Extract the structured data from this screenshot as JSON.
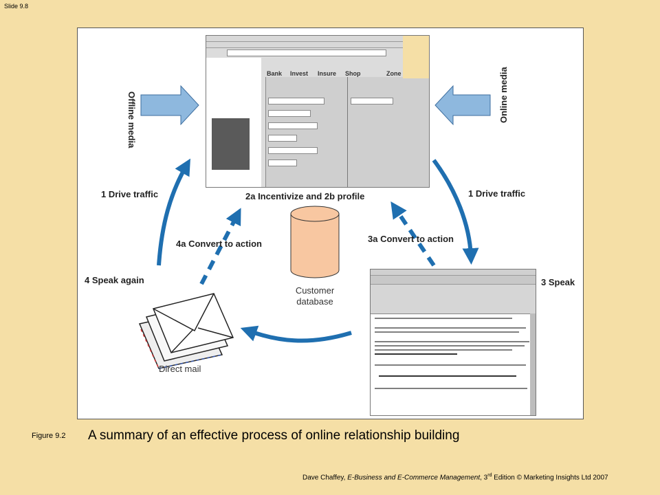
{
  "slide": {
    "label": "Slide 9.8"
  },
  "diagram": {
    "offline_media": "Offline media",
    "online_media": "Online media",
    "drive_traffic_left": "1 Drive traffic",
    "drive_traffic_right": "1 Drive traffic",
    "incentivize_profile": "2a Incentivize and 2b profile",
    "convert_4a": "4a Convert to action",
    "convert_3a": "3a Convert to action",
    "speak_again": "4 Speak again",
    "speak": "3 Speak",
    "customer_database": "Customer database",
    "direct_mail": "Direct mail",
    "website_nav": [
      "Bank",
      "Invest",
      "Insure",
      "Shop",
      "Zone"
    ]
  },
  "caption": {
    "figure_number": "Figure 9.2",
    "title": "A summary of an effective process of online relationship building"
  },
  "footer": {
    "author": "Dave Chaffey, ",
    "book": "E-Business and E-Commerce Management",
    "edition_number": ", 3",
    "edition_sup": "rd",
    "rest": " Edition © Marketing Insights Ltd 2007"
  },
  "colors": {
    "arrow_blue": "#1f6fb0",
    "arrow_light": "#8eb8de",
    "background": "#f5dfa6",
    "database": "#f8c7a1"
  }
}
